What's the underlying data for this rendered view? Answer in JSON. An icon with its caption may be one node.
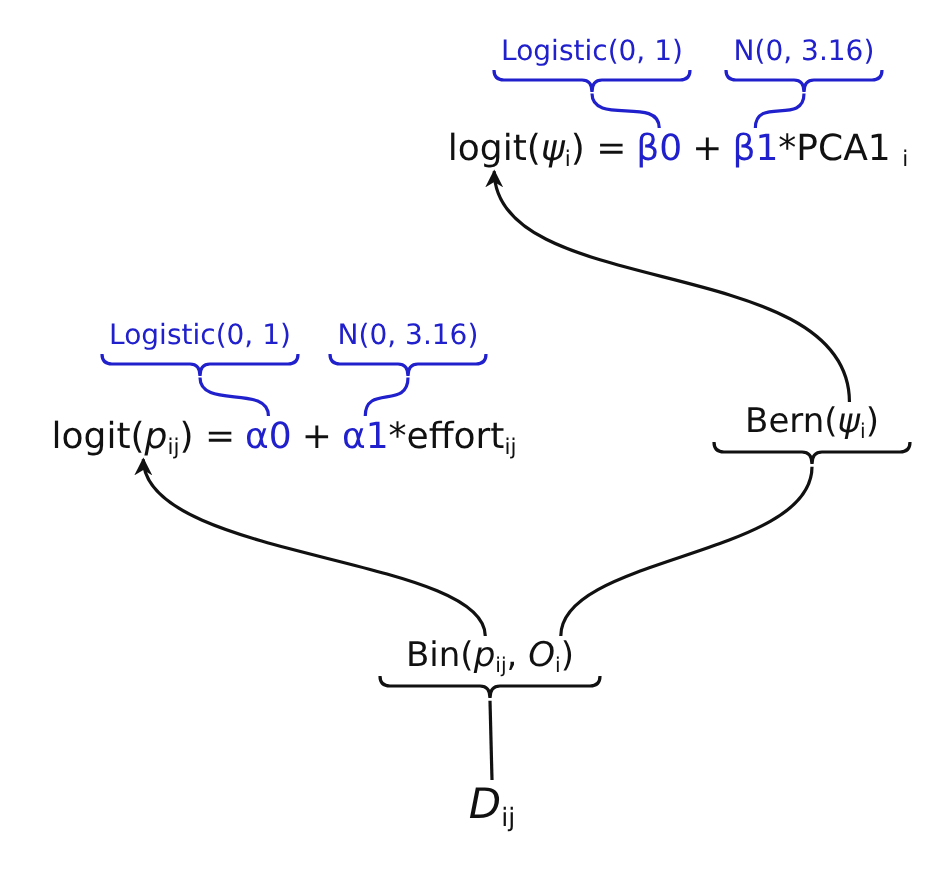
{
  "diagram": {
    "nodes": [
      {
        "text": [
          "Logistic(0, 1)"
        ]
      },
      {
        "text": [
          "N(0, 3.16)"
        ]
      },
      {
        "text": [
          "logit(*ψ*$_{i}$) =",
          "β0",
          "+",
          "β1",
          "*PCA1 $_{i}$"
        ]
      },
      {
        "text": [
          "Logistic(0, 1)"
        ]
      },
      {
        "text": [
          "N(0, 3.16)"
        ]
      },
      {
        "text": [
          "logit(*p*$_{ij}$) =",
          "α0",
          "+",
          "α1",
          "*effort$_{ij}$"
        ]
      },
      {
        "text": [
          "Bern(*ψ*$_{i}$)"
        ]
      },
      {
        "text": [
          "Bin(*p*$_{ij}$, *O*$_{i}$)"
        ]
      },
      {
        "text": [
          "*D*$_{ij}$"
        ]
      }
    ],
    "edges": [
      {
        "from": 0,
        "to": 2,
        "arrow": "none",
        "color": "#2020cc"
      },
      {
        "from": 1,
        "to": 2,
        "arrow": "none",
        "color": "#2020cc"
      },
      {
        "from": 3,
        "to": 5,
        "arrow": "none",
        "color": "#2020cc"
      },
      {
        "from": 4,
        "to": 5,
        "arrow": "none",
        "color": "#2020cc"
      },
      {
        "from": 6,
        "to": 2,
        "arrow": "to",
        "color": "#111111"
      },
      {
        "from": 7,
        "to": 5,
        "arrow": "to",
        "color": "#111111"
      },
      {
        "from": 7,
        "to": 6,
        "arrow": "none",
        "color": "#111111"
      },
      {
        "from": 8,
        "to": 7,
        "arrow": "none",
        "color": "#111111"
      }
    ]
  }
}
